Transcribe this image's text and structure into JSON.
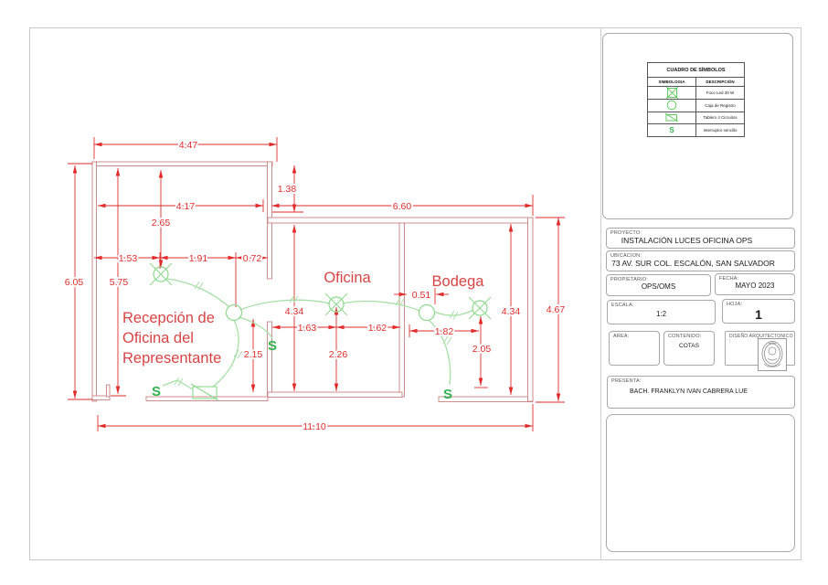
{
  "legend": {
    "title": "CUADRO DE SÍMBOLOS",
    "col_symbol": "SIMBOLOGIA",
    "col_desc": "DESCRIPCIÓN",
    "rows": [
      {
        "icon": "led-light-icon",
        "desc": "Foco Led 30 W"
      },
      {
        "icon": "junction-box-icon",
        "desc": "Caja de Registro"
      },
      {
        "icon": "panel-board-icon",
        "desc": "Tablero 4 Circuitos"
      },
      {
        "icon": "switch-icon",
        "desc": "Interruptor sencillo"
      }
    ]
  },
  "titleblock": {
    "proyecto_label": "PROYECTO:",
    "proyecto": "INSTALACIÓN LUCES OFICINA OPS",
    "ubicacion_label": "UBICACION:",
    "ubicacion": "73 AV. SUR COL. ESCALÓN, SAN SALVADOR",
    "propietario_label": "PROPIETARIO:",
    "propietario": "OPS/OMS",
    "fecha_label": "FECHA:",
    "fecha": "MAYO 2023",
    "escala_label": "ESCALA:",
    "escala": "1:2",
    "hoja_label": "HOJA:",
    "hoja": "1",
    "area_label": "AREA:",
    "contenido_label": "CONTENIDO:",
    "contenido": "COTAS",
    "diseno_label": "DISEÑO ARQUITECTONICO :",
    "presenta_label": "PRESENTA:",
    "presenta": "BACH. FRANKLYN IVAN CABRERA LUE"
  },
  "plan": {
    "room_recepcion_line1": "Recepción de",
    "room_recepcion_line2": "Oficina del",
    "room_recepcion_line3": "Representante",
    "room_oficina": "Oficina",
    "room_bodega": "Bodega",
    "switch_label": "S",
    "dims": {
      "d447": "4.47",
      "d605": "6.05",
      "d575": "5.75",
      "d417": "4.17",
      "d265": "2.65",
      "d153": "1.53",
      "d191": "1.91",
      "d072": "0.72",
      "d138": "1.38",
      "d660": "6.60",
      "d467": "4.67",
      "d434a": "4.34",
      "d434b": "4.34",
      "d051": "0.51",
      "d163": "1.63",
      "d162": "1.62",
      "d182": "1.82",
      "d215": "2.15",
      "d226": "2.26",
      "d205": "2.05",
      "d1110": "11.10"
    },
    "colors": {
      "dimension_red": "#e22b2b",
      "wall_red": "#c98080",
      "room_text_red": "#d84444",
      "wire_green": "#a8dfa8",
      "symbol_green": "#8cd98c",
      "switch_green": "#2eb34d"
    }
  }
}
